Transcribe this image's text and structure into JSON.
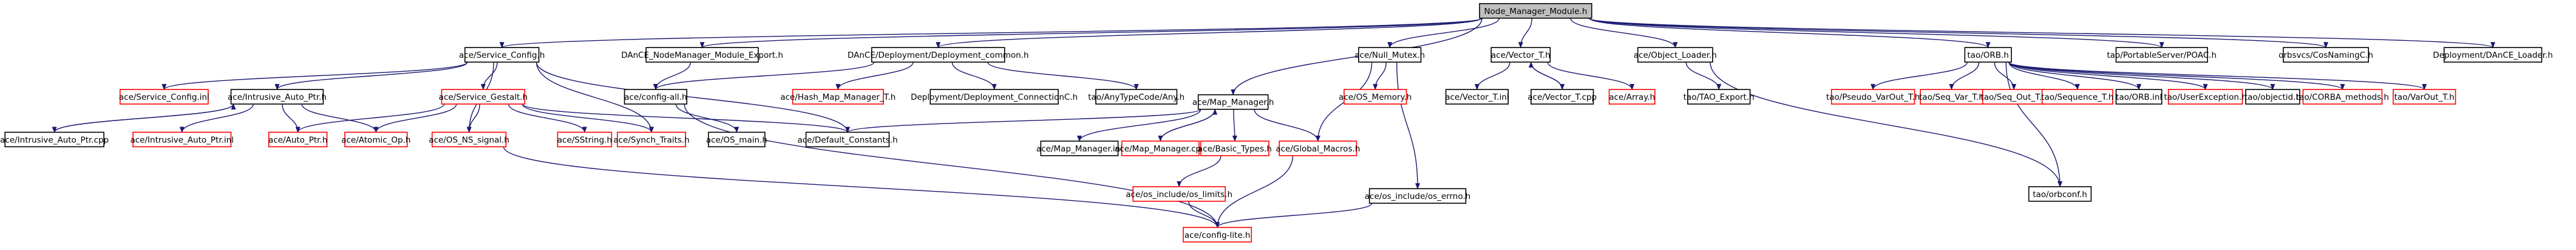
{
  "graph": {
    "root": "Node_Manager_Module.h",
    "style": {
      "documented_border": "#000000",
      "undocumented_border": "#ff0000",
      "root_fill": "#bfbfbf",
      "fill": "#ffffff",
      "edge_color": "#191970"
    },
    "nodes": [
      {
        "id": "root",
        "label": "Node_Manager_Module.h",
        "kind": "root"
      },
      {
        "id": "svc_config",
        "label": "ace/Service_Config.h",
        "kind": "documented"
      },
      {
        "id": "dance_nm_export",
        "label": "DAnCE_NodeManager_Module_Export.h",
        "kind": "documented"
      },
      {
        "id": "dance_dep_common",
        "label": "DAnCE/Deployment/Deployment_common.h",
        "kind": "documented"
      },
      {
        "id": "null_mutex",
        "label": "ace/Null_Mutex.h",
        "kind": "documented"
      },
      {
        "id": "vector_t",
        "label": "ace/Vector_T.h",
        "kind": "documented"
      },
      {
        "id": "obj_loader",
        "label": "ace/Object_Loader.h",
        "kind": "documented"
      },
      {
        "id": "orb",
        "label": "tao/ORB.h",
        "kind": "documented"
      },
      {
        "id": "poac",
        "label": "tao/PortableServer/POAC.h",
        "kind": "documented"
      },
      {
        "id": "cosnaming",
        "label": "orbsvcs/CosNamingC.h",
        "kind": "documented"
      },
      {
        "id": "dance_loader",
        "label": "Deployment/DAnCE_Loader.h",
        "kind": "documented"
      },
      {
        "id": "svc_config_inl",
        "label": "ace/Service_Config.inl",
        "kind": "undocumented"
      },
      {
        "id": "intrusive_auto_ptr",
        "label": "ace/Intrusive_Auto_Ptr.h",
        "kind": "documented"
      },
      {
        "id": "svc_gestalt",
        "label": "ace/Service_Gestalt.h",
        "kind": "undocumented"
      },
      {
        "id": "config_all",
        "label": "ace/config-all.h",
        "kind": "documented"
      },
      {
        "id": "hash_map_mgr",
        "label": "ace/Hash_Map_Manager_T.h",
        "kind": "undocumented"
      },
      {
        "id": "dep_connC",
        "label": "Deployment/Deployment_ConnectionC.h",
        "kind": "documented"
      },
      {
        "id": "anytypecode",
        "label": "tao/AnyTypeCode/Any.h",
        "kind": "documented"
      },
      {
        "id": "map_manager",
        "label": "ace/Map_Manager.h",
        "kind": "documented"
      },
      {
        "id": "os_memory",
        "label": "ace/OS_Memory.h",
        "kind": "undocumented"
      },
      {
        "id": "vector_t_inl",
        "label": "ace/Vector_T.inl",
        "kind": "documented"
      },
      {
        "id": "vector_t_cpp",
        "label": "ace/Vector_T.cpp",
        "kind": "documented"
      },
      {
        "id": "array",
        "label": "ace/Array.h",
        "kind": "undocumented"
      },
      {
        "id": "tao_export",
        "label": "tao/TAO_Export.h",
        "kind": "documented"
      },
      {
        "id": "pseudo_var_out",
        "label": "tao/Pseudo_VarOut_T.h",
        "kind": "undocumented"
      },
      {
        "id": "seq_var",
        "label": "tao/Seq_Var_T.h",
        "kind": "undocumented"
      },
      {
        "id": "seq_out",
        "label": "tao/Seq_Out_T.h",
        "kind": "undocumented"
      },
      {
        "id": "sequence_t",
        "label": "tao/Sequence_T.h",
        "kind": "undocumented"
      },
      {
        "id": "orb_inl",
        "label": "tao/ORB.inl",
        "kind": "documented"
      },
      {
        "id": "user_exception",
        "label": "tao/UserException.h",
        "kind": "undocumented"
      },
      {
        "id": "objectid",
        "label": "tao/objectid.h",
        "kind": "documented"
      },
      {
        "id": "corba_methods",
        "label": "tao/CORBA_methods.h",
        "kind": "undocumented"
      },
      {
        "id": "varout_t",
        "label": "tao/VarOut_T.h",
        "kind": "undocumented"
      },
      {
        "id": "intrusive_cpp",
        "label": "ace/Intrusive_Auto_Ptr.cpp",
        "kind": "documented"
      },
      {
        "id": "intrusive_inl",
        "label": "ace/Intrusive_Auto_Ptr.inl",
        "kind": "undocumented"
      },
      {
        "id": "auto_ptr",
        "label": "ace/Auto_Ptr.h",
        "kind": "undocumented"
      },
      {
        "id": "atomic_op",
        "label": "ace/Atomic_Op.h",
        "kind": "undocumented"
      },
      {
        "id": "os_ns_signal",
        "label": "ace/OS_NS_signal.h",
        "kind": "undocumented"
      },
      {
        "id": "sstring",
        "label": "ace/SString.h",
        "kind": "undocumented"
      },
      {
        "id": "synch_traits",
        "label": "ace/Synch_Traits.h",
        "kind": "undocumented"
      },
      {
        "id": "os_main",
        "label": "ace/OS_main.h",
        "kind": "documented"
      },
      {
        "id": "default_constants",
        "label": "ace/Default_Constants.h",
        "kind": "documented"
      },
      {
        "id": "map_manager_inl",
        "label": "ace/Map_Manager.inl",
        "kind": "documented"
      },
      {
        "id": "map_manager_cpp",
        "label": "ace/Map_Manager.cpp",
        "kind": "undocumented"
      },
      {
        "id": "basic_types",
        "label": "ace/Basic_Types.h",
        "kind": "undocumented"
      },
      {
        "id": "global_macros",
        "label": "ace/Global_Macros.h",
        "kind": "undocumented"
      },
      {
        "id": "os_errno",
        "label": "ace/os_include/os_errno.h",
        "kind": "documented"
      },
      {
        "id": "os_limits",
        "label": "ace/os_include/os_limits.h",
        "kind": "undocumented"
      },
      {
        "id": "orbconf",
        "label": "tao/orbconf.h",
        "kind": "documented"
      },
      {
        "id": "config_lite",
        "label": "ace/config-lite.h",
        "kind": "undocumented"
      }
    ],
    "edges": [
      [
        "root",
        "svc_config"
      ],
      [
        "root",
        "dance_nm_export"
      ],
      [
        "root",
        "dance_dep_common"
      ],
      [
        "root",
        "null_mutex"
      ],
      [
        "root",
        "vector_t"
      ],
      [
        "root",
        "obj_loader"
      ],
      [
        "root",
        "orb"
      ],
      [
        "root",
        "poac"
      ],
      [
        "root",
        "cosnaming"
      ],
      [
        "root",
        "dance_loader"
      ],
      [
        "root",
        "map_manager"
      ],
      [
        "svc_config",
        "svc_config_inl"
      ],
      [
        "svc_config",
        "intrusive_auto_ptr"
      ],
      [
        "svc_config",
        "svc_gestalt"
      ],
      [
        "svc_config",
        "os_ns_signal"
      ],
      [
        "svc_config",
        "synch_traits"
      ],
      [
        "svc_config",
        "default_constants"
      ],
      [
        "dance_nm_export",
        "config_all"
      ],
      [
        "dance_dep_common",
        "config_all"
      ],
      [
        "dance_dep_common",
        "hash_map_mgr"
      ],
      [
        "dance_dep_common",
        "dep_connC"
      ],
      [
        "dance_dep_common",
        "anytypecode"
      ],
      [
        "null_mutex",
        "os_memory"
      ],
      [
        "null_mutex",
        "global_macros"
      ],
      [
        "null_mutex",
        "os_errno"
      ],
      [
        "vector_t",
        "vector_t_inl"
      ],
      [
        "vector_t",
        "vector_t_cpp"
      ],
      [
        "vector_t",
        "array"
      ],
      [
        "vector_t_cpp",
        "vector_t"
      ],
      [
        "obj_loader",
        "tao_export"
      ],
      [
        "obj_loader",
        "orbconf"
      ],
      [
        "orb",
        "pseudo_var_out"
      ],
      [
        "orb",
        "seq_var"
      ],
      [
        "orb",
        "seq_out"
      ],
      [
        "orb",
        "sequence_t"
      ],
      [
        "orb",
        "orb_inl"
      ],
      [
        "orb",
        "user_exception"
      ],
      [
        "orb",
        "objectid"
      ],
      [
        "orb",
        "corba_methods"
      ],
      [
        "orb",
        "varout_t"
      ],
      [
        "orb",
        "orbconf"
      ],
      [
        "intrusive_auto_ptr",
        "intrusive_cpp"
      ],
      [
        "intrusive_auto_ptr",
        "intrusive_inl"
      ],
      [
        "intrusive_auto_ptr",
        "auto_ptr"
      ],
      [
        "intrusive_auto_ptr",
        "atomic_op"
      ],
      [
        "intrusive_cpp",
        "intrusive_auto_ptr"
      ],
      [
        "svc_gestalt",
        "auto_ptr"
      ],
      [
        "svc_gestalt",
        "atomic_op"
      ],
      [
        "svc_gestalt",
        "os_ns_signal"
      ],
      [
        "svc_gestalt",
        "sstring"
      ],
      [
        "svc_gestalt",
        "synch_traits"
      ],
      [
        "svc_gestalt",
        "default_constants"
      ],
      [
        "config_all",
        "os_main"
      ],
      [
        "config_all",
        "config_lite"
      ],
      [
        "map_manager",
        "map_manager_inl"
      ],
      [
        "map_manager",
        "map_manager_cpp"
      ],
      [
        "map_manager",
        "basic_types"
      ],
      [
        "map_manager",
        "global_macros"
      ],
      [
        "map_manager",
        "default_constants"
      ],
      [
        "map_manager_cpp",
        "map_manager"
      ],
      [
        "basic_types",
        "os_limits"
      ],
      [
        "os_limits",
        "config_lite"
      ],
      [
        "global_macros",
        "config_lite"
      ],
      [
        "os_errno",
        "config_lite"
      ],
      [
        "os_ns_signal",
        "config_lite"
      ]
    ]
  }
}
